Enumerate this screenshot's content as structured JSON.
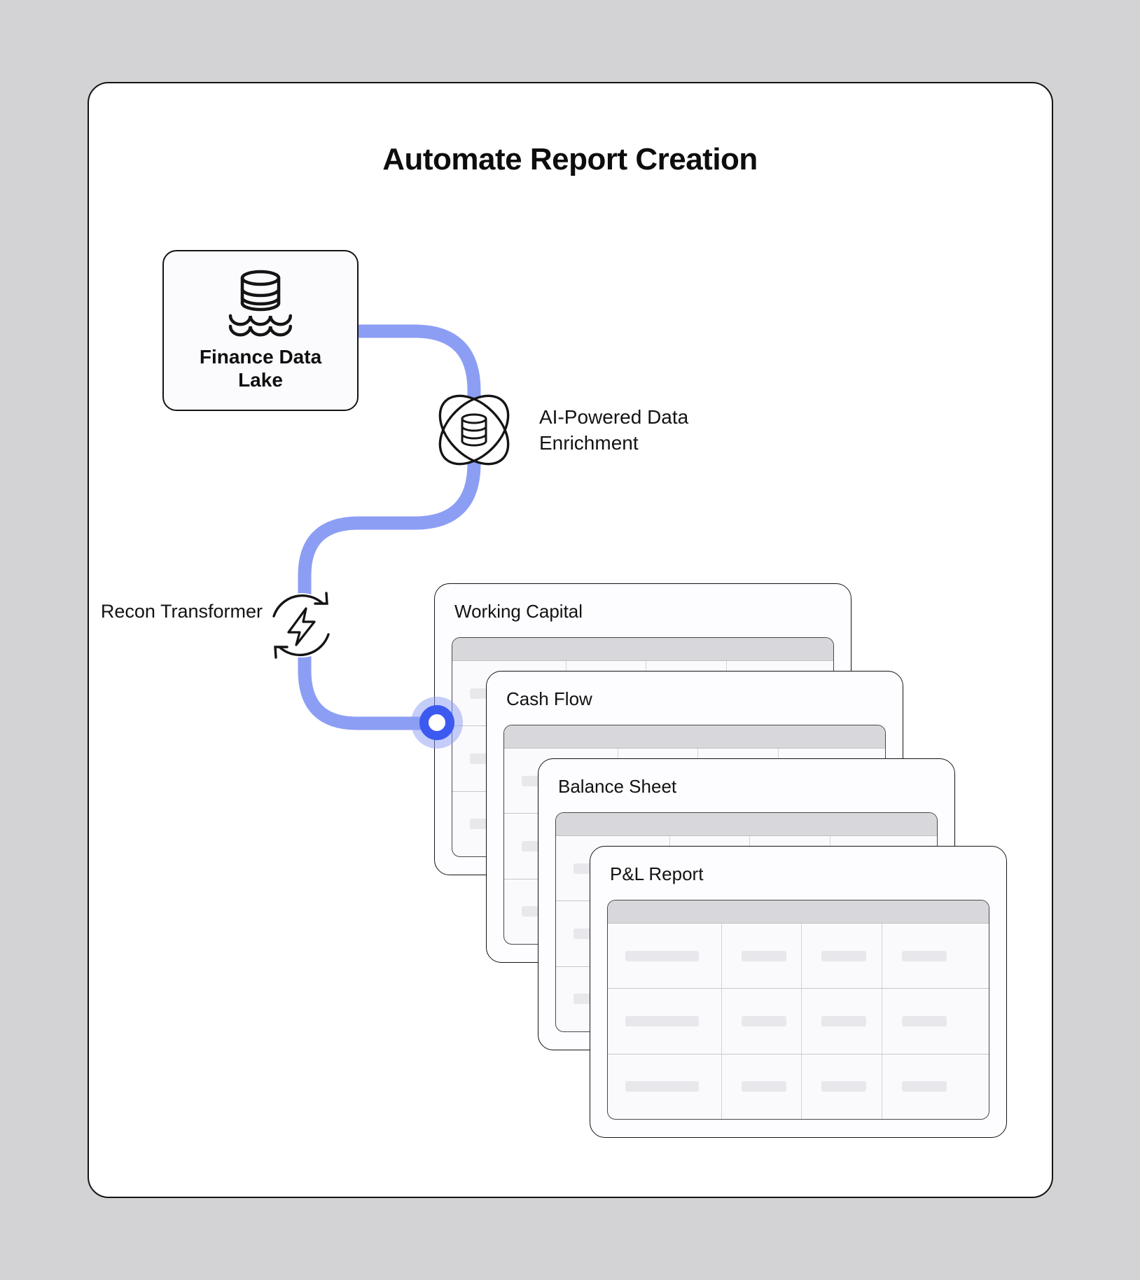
{
  "title": "Automate Report Creation",
  "nodes": {
    "source": {
      "label": "Finance Data Lake",
      "icon": "data-lake-icon"
    },
    "enrichment": {
      "label": "AI-Powered Data Enrichment",
      "icon": "ai-atom-icon"
    },
    "transformer": {
      "label": "Recon Transformer",
      "icon": "lightning-cycle-icon"
    }
  },
  "reports": [
    {
      "title": "Working Capital"
    },
    {
      "title": "Cash Flow"
    },
    {
      "title": "Balance Sheet"
    },
    {
      "title": "P&L Report"
    }
  ],
  "table": {
    "columns": 4,
    "body_rows": 3,
    "header_rows": 1
  },
  "colors": {
    "pipe": "#8C9EF4",
    "node_ring": "#3C59F0",
    "node_halo": "rgba(140,158,244,0.5)",
    "table_header": "#d8d7db",
    "placeholder_bar": "#e8e7eb",
    "background": "#d3d2d5"
  }
}
